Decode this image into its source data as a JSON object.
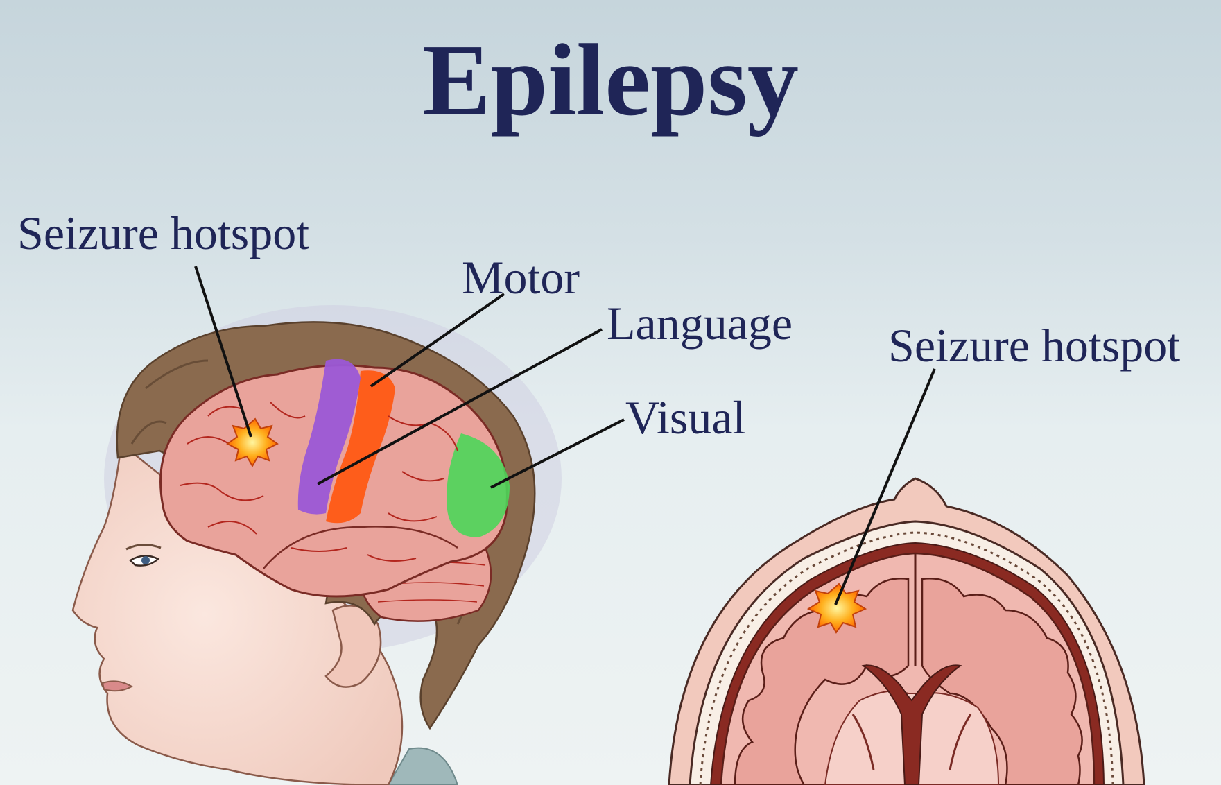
{
  "title": "Epilepsy",
  "labels": {
    "hotspot_left": "Seizure hotspot",
    "motor": "Motor",
    "language": "Language",
    "visual": "Visual",
    "hotspot_right": "Seizure hotspot"
  },
  "colors": {
    "title_text": "#1f2557",
    "brain_tissue": "#e9a39b",
    "brain_vessels": "#b3261e",
    "motor_region": "#ff5a14",
    "language_region": "#9b59d6",
    "visual_region": "#4cd65a",
    "hotspot": "#ff9a1a",
    "hair": "#8a6a4e",
    "skin": "#f7dcd2"
  }
}
